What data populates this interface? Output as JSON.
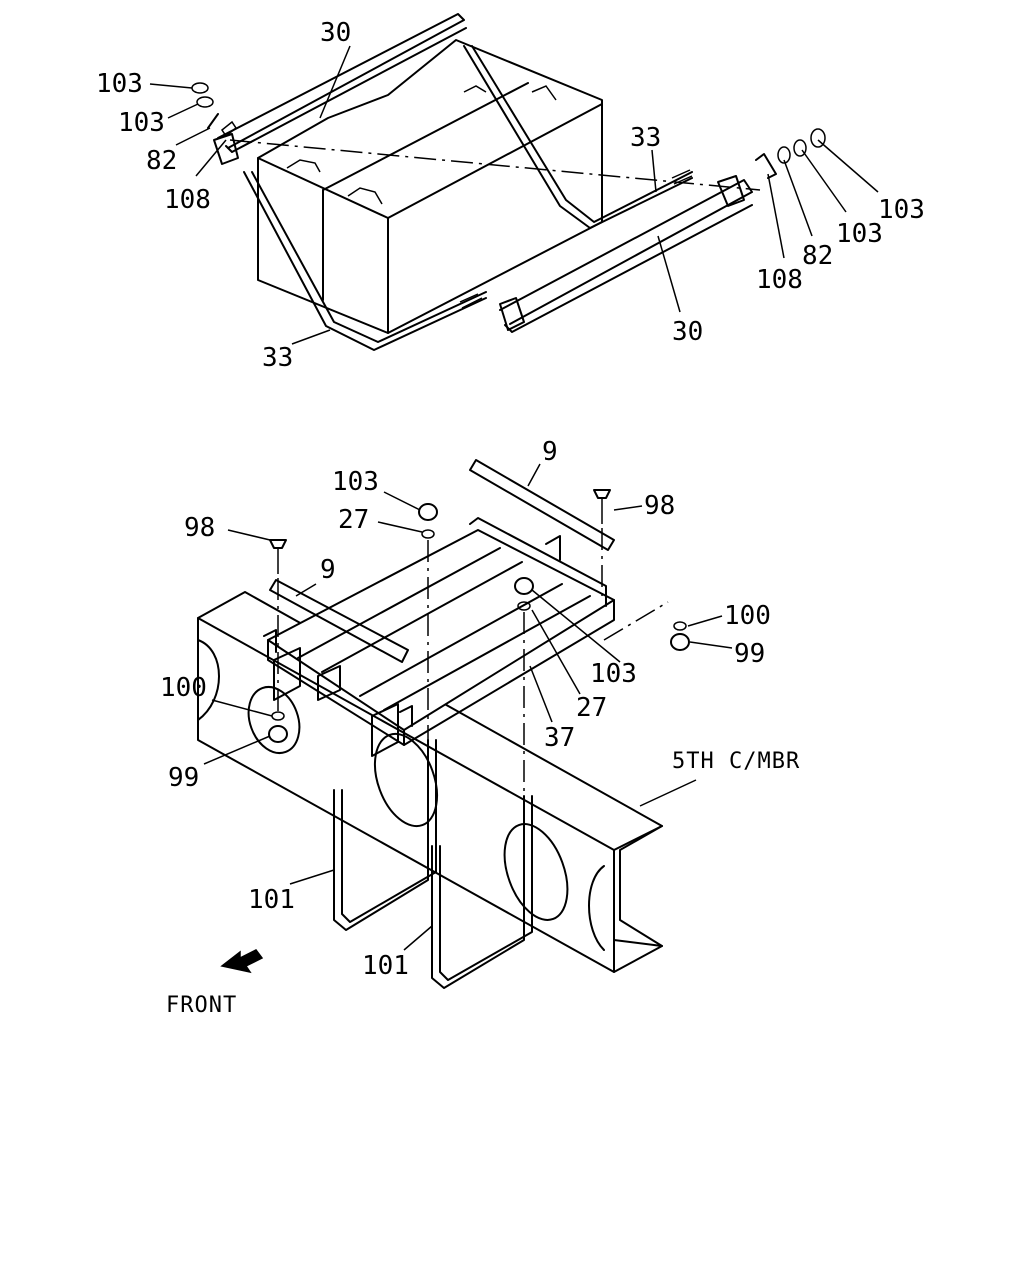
{
  "diagram": {
    "callouts": {
      "c30_top": "30",
      "c103_a": "103",
      "c103_b": "103",
      "c82_left": "82",
      "c108_left": "108",
      "c33_right": "33",
      "c103_r1": "103",
      "c103_r2": "103",
      "c82_right": "82",
      "c108_right": "108",
      "c30_bottom": "30",
      "c33_left": "33",
      "c9_right": "9",
      "c103_mid": "103",
      "c98_right": "98",
      "c98_left": "98",
      "c27_top": "27",
      "c9_left": "9",
      "c100_right": "100",
      "c99_right": "99",
      "c103_tray": "103",
      "c27_tray": "27",
      "c37": "37",
      "c100_left": "100",
      "c99_left": "99",
      "c101_left": "101",
      "c101_right": "101"
    },
    "member_label": "5TH C/MBR",
    "front_label": "FRONT",
    "icons": {
      "front_arrow": "front-arrow-icon"
    }
  }
}
